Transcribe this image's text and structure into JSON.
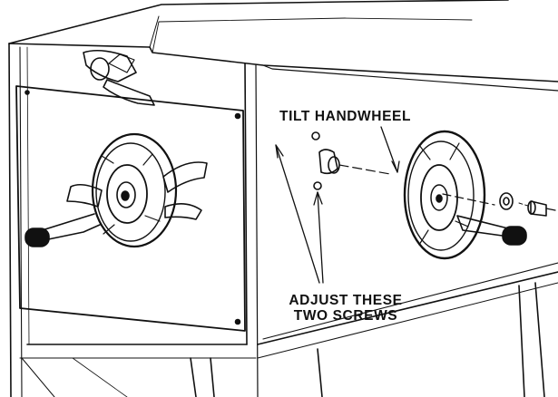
{
  "labels": {
    "tilt_handwheel": "TILT HANDWHEEL",
    "adjust_line1": "ADJUST THESE",
    "adjust_line2": "TWO SCREWS"
  },
  "colors": {
    "ink": "#111111",
    "paper": "#ffffff"
  }
}
